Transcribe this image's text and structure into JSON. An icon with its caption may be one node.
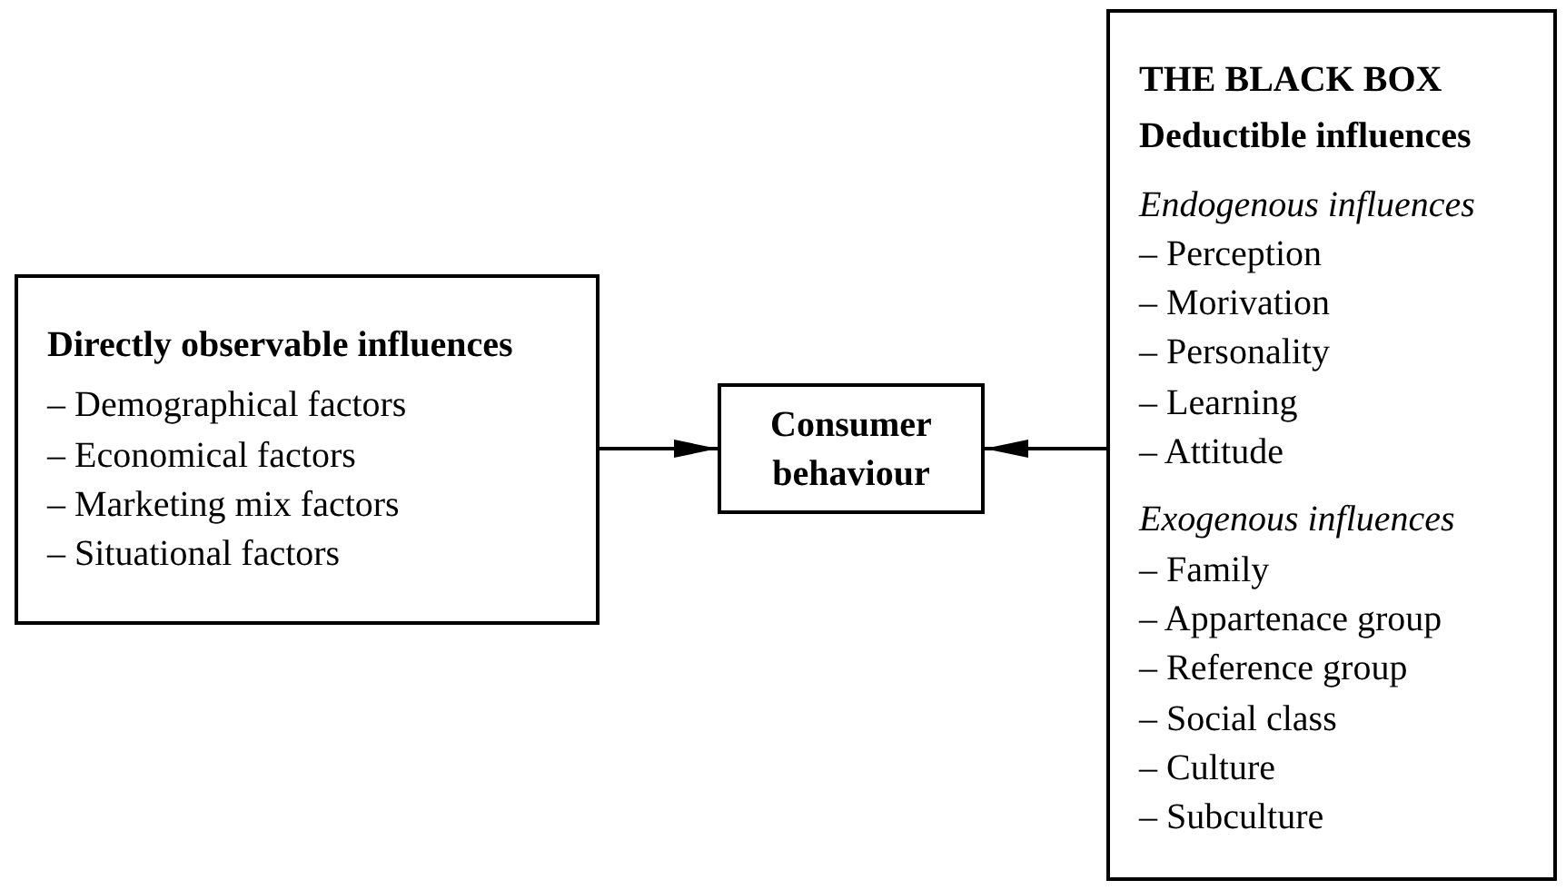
{
  "diagram": {
    "nodes": [
      {
        "text": [
          "Directly observable influences",
          "– Demographical factors",
          "– Economical factors",
          "– Marketing mix factors",
          "– Situational factors"
        ]
      },
      {
        "text": [
          "Consumer behaviour"
        ]
      },
      {
        "text": [
          "THE BLACK BOX",
          "Deductible influences",
          "Endogenous influences",
          "– Perception",
          "– Morivation",
          "– Personality",
          "– Learning",
          "– Attitude",
          "Exogenous influences",
          "– Family",
          "– Appartenace group",
          "– Reference group",
          "– Social class",
          "– Culture",
          "– Subculture"
        ]
      }
    ],
    "edges": [
      {
        "from": 0,
        "to": 1,
        "arrow": "to"
      },
      {
        "from": 2,
        "to": 1,
        "arrow": "to"
      }
    ]
  }
}
